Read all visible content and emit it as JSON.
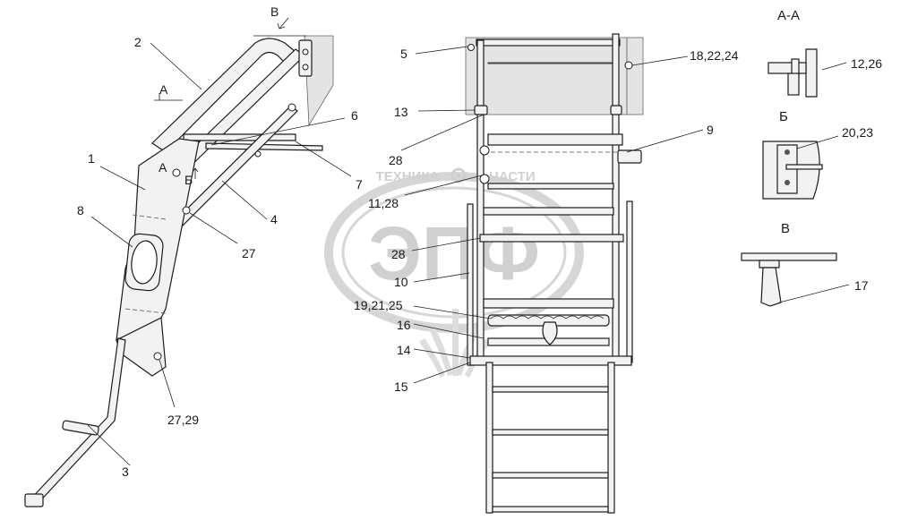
{
  "watermark": {
    "brand_left": "ТЕХНИКА",
    "brand_right": "ЧАСТИ",
    "logo_text": "ЭПФ",
    "color": "#d0d0d0"
  },
  "section_titles": {
    "aa": "А-А",
    "b": "Б",
    "v": "В"
  },
  "view_markers": {
    "a_top": "А",
    "a_bottom": "А",
    "b": "Б",
    "v": "В"
  },
  "callouts": {
    "c1": "1",
    "c2": "2",
    "c3": "3",
    "c4": "4",
    "c5": "5",
    "c6": "6",
    "c7": "7",
    "c8": "8",
    "c9": "9",
    "c10": "10",
    "c13": "13",
    "c14": "14",
    "c15": "15",
    "c16": "16",
    "c17": "17",
    "c18_22_24": "18,22,24",
    "c12_26": "12,26",
    "c20_23": "20,23",
    "c19_21_25": "19,21,25",
    "c27": "27",
    "c27_29": "27,29",
    "c28_a": "28",
    "c28_b": "28",
    "c11_28": "11,28"
  }
}
